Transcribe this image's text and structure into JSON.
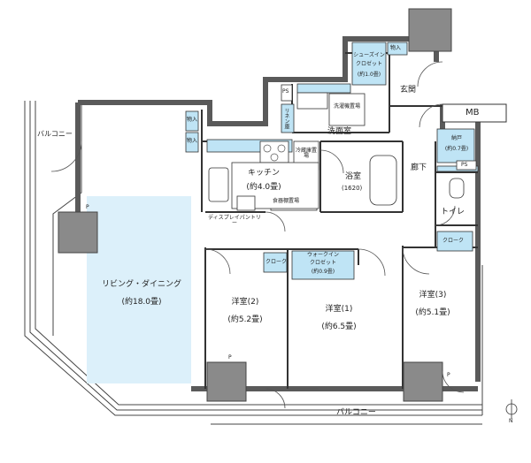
{
  "rooms": {
    "living_dining": {
      "name": "リビング・ダイニング",
      "size": "(約18.0畳)"
    },
    "kitchen": {
      "name": "キッチン",
      "size": "(約4.0畳)"
    },
    "washroom": {
      "name": "洗面室"
    },
    "bathroom": {
      "name": "浴室",
      "size": "(1620)"
    },
    "entrance": {
      "name": "玄関"
    },
    "hallway": {
      "name": "廊下"
    },
    "toilet": {
      "name": "トイレ"
    },
    "western2": {
      "name": "洋室(2)",
      "size": "(約5.2畳)"
    },
    "western1": {
      "name": "洋室(1)",
      "size": "(約6.5畳)"
    },
    "western3": {
      "name": "洋室(3)",
      "size": "(約5.1畳)"
    }
  },
  "storage": {
    "shoe_closet": {
      "line1": "シューズイン",
      "line2": "クロゼット",
      "size": "(約1.0畳)"
    },
    "monoire_top": "物入",
    "monoire_left_a": "物入",
    "monoire_left_b": "物入",
    "ps_upper": "PS",
    "linen": "リネン庫",
    "laundry": "洗濯機置場",
    "nando": {
      "name": "納戸",
      "size": "(約0.7畳)"
    },
    "ps_right": "PS",
    "mb": "MB",
    "fridge": "冷蔵庫置場",
    "dish": "食器棚置場",
    "display": "ディスプレイパントリー",
    "walkin": {
      "line1": "ウォークイン",
      "line2": "クロゼット",
      "size": "(約0.9畳)"
    },
    "cloak_left": "クローク",
    "cloak_right": "クローク"
  },
  "outdoor": {
    "balcony_left": "バルコニー",
    "balcony_bottom": "バルコニー"
  },
  "markers": {
    "p_ld": "P",
    "p_w2": "P",
    "p_w3": "P",
    "compass": "N"
  },
  "colors": {
    "wall": "#5a5a5a",
    "storage_blue": "#bfe4f5",
    "living_blue": "#dcf0fa",
    "column": "#8a8a8a",
    "line": "#333333"
  }
}
